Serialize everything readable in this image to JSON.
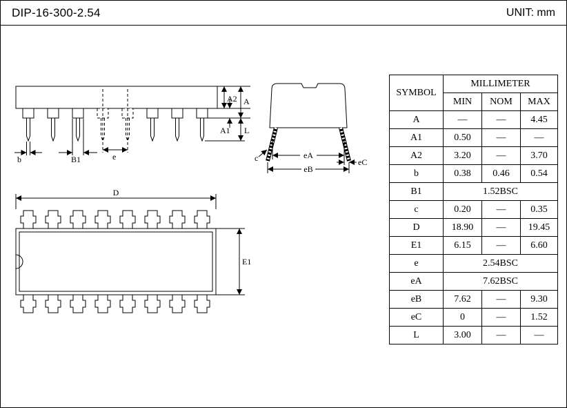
{
  "header": {
    "title": "DIP-16-300-2.54",
    "unit": "UNIT: mm"
  },
  "table": {
    "symbol_header": "SYMBOL",
    "unit_group_header": "MILLIMETER",
    "columns": [
      "MIN",
      "NOM",
      "MAX"
    ],
    "rows": [
      {
        "symbol": "A",
        "min": "—",
        "nom": "—",
        "max": "4.45"
      },
      {
        "symbol": "A1",
        "min": "0.50",
        "nom": "—",
        "max": "—"
      },
      {
        "symbol": "A2",
        "min": "3.20",
        "nom": "—",
        "max": "3.70"
      },
      {
        "symbol": "b",
        "min": "0.38",
        "nom": "0.46",
        "max": "0.54"
      },
      {
        "symbol": "B1",
        "span": "1.52BSC"
      },
      {
        "symbol": "c",
        "min": "0.20",
        "nom": "—",
        "max": "0.35"
      },
      {
        "symbol": "D",
        "min": "18.90",
        "nom": "—",
        "max": "19.45"
      },
      {
        "symbol": "E1",
        "min": "6.15",
        "nom": "—",
        "max": "6.60"
      },
      {
        "symbol": "e",
        "span": "2.54BSC"
      },
      {
        "symbol": "eA",
        "span": "7.62BSC"
      },
      {
        "symbol": "eB",
        "min": "7.62",
        "nom": "—",
        "max": "9.30"
      },
      {
        "symbol": "eC",
        "min": "0",
        "nom": "—",
        "max": "1.52"
      },
      {
        "symbol": "L",
        "min": "3.00",
        "nom": "—",
        "max": "—"
      }
    ]
  },
  "drawings": {
    "side_view": {
      "labels": {
        "A2": "A2",
        "A": "A",
        "A1": "A1",
        "L": "L",
        "b": "b",
        "B1": "B1",
        "e": "e"
      }
    },
    "end_view": {
      "labels": {
        "c": "c",
        "eA": "eA",
        "eB": "eB",
        "eC": "eC"
      }
    },
    "top_view": {
      "labels": {
        "D": "D",
        "E1": "E1"
      }
    }
  }
}
